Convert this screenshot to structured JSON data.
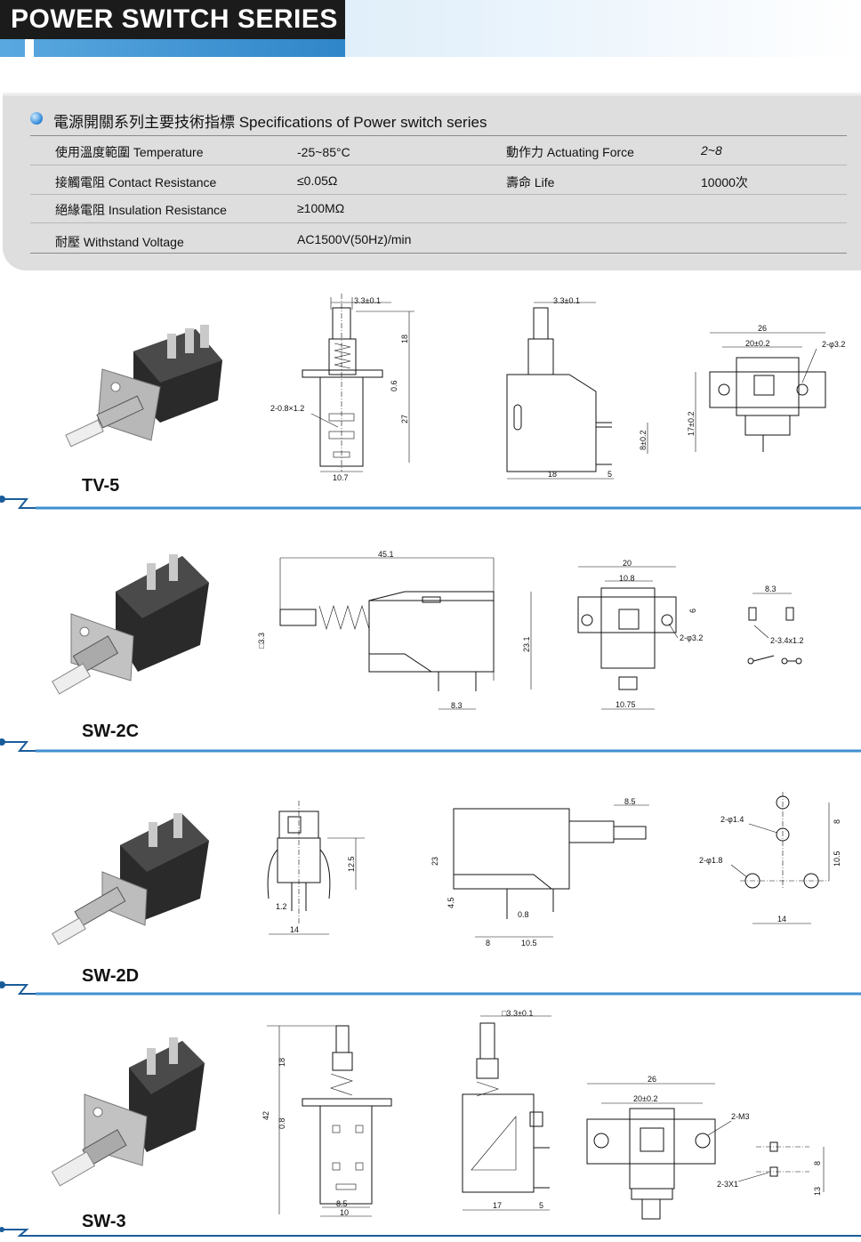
{
  "header": {
    "title": "POWER SWITCH SERIES"
  },
  "specs": {
    "title": "電源開關系列主要技術指標  Specifications of Power switch series",
    "rows": [
      {
        "label": "使用溫度範圍 Temperature",
        "value": "-25~85°C",
        "label2": "動作力 Actuating Force",
        "value2": "2~8"
      },
      {
        "label": "接觸電阻 Contact Resistance",
        "value": "≤0.05Ω",
        "label2": "壽命 Life",
        "value2": "10000次"
      },
      {
        "label": "絕緣電阻 Insulation Resistance",
        "value": "≥100MΩ",
        "label2": "",
        "value2": ""
      },
      {
        "label": "耐壓 Withstand Voltage",
        "value": "AC1500V(50Hz)/min",
        "label2": "",
        "value2": ""
      }
    ]
  },
  "colors": {
    "header_bg": "#1b1b1b",
    "accent_blue": "#2f86c8",
    "panel_gray": "#dedede",
    "divider_blue": "#1a5c9a"
  },
  "products": [
    {
      "model": "TV-5",
      "dims": {
        "a": "3.3±0.1",
        "b": "18",
        "c": "0.6",
        "d": "27",
        "e": "2-0.8×1.2",
        "f": "10.7",
        "g": "3.3±0.1",
        "h": "8±0.2",
        "i": "18",
        "j": "5",
        "k": "26",
        "l": "20±0.2",
        "m": "2-φ3.2",
        "n": "17±0.2"
      }
    },
    {
      "model": "SW-2C",
      "dims": {
        "a": "45.1",
        "b": "□3.3",
        "c": "23.1",
        "d": "8.3",
        "e": "20",
        "f": "10.8",
        "g": "6",
        "h": "2-φ3.2",
        "i": "10.75",
        "j": "8.3",
        "k": "2-3.4x1.2"
      }
    },
    {
      "model": "SW-2D",
      "dims": {
        "a": "12.5",
        "b": "1.2",
        "c": "14",
        "d": "8.5",
        "e": "23",
        "f": "4.5",
        "g": "0.8",
        "h": "8",
        "i": "10.5",
        "j": "2-φ1.4",
        "k": "2-φ1.8",
        "l": "8",
        "m": "10.5",
        "n": "14"
      }
    },
    {
      "model": "SW-3",
      "dims": {
        "a": "18",
        "b": "42",
        "c": "0.8",
        "d": "8.5",
        "e": "10",
        "f": "□3.3±0.1",
        "g": "17",
        "h": "5",
        "i": "26",
        "j": "20±0.2",
        "k": "2-M3",
        "l": "2-3X1",
        "m": "8",
        "n": "13"
      }
    }
  ]
}
